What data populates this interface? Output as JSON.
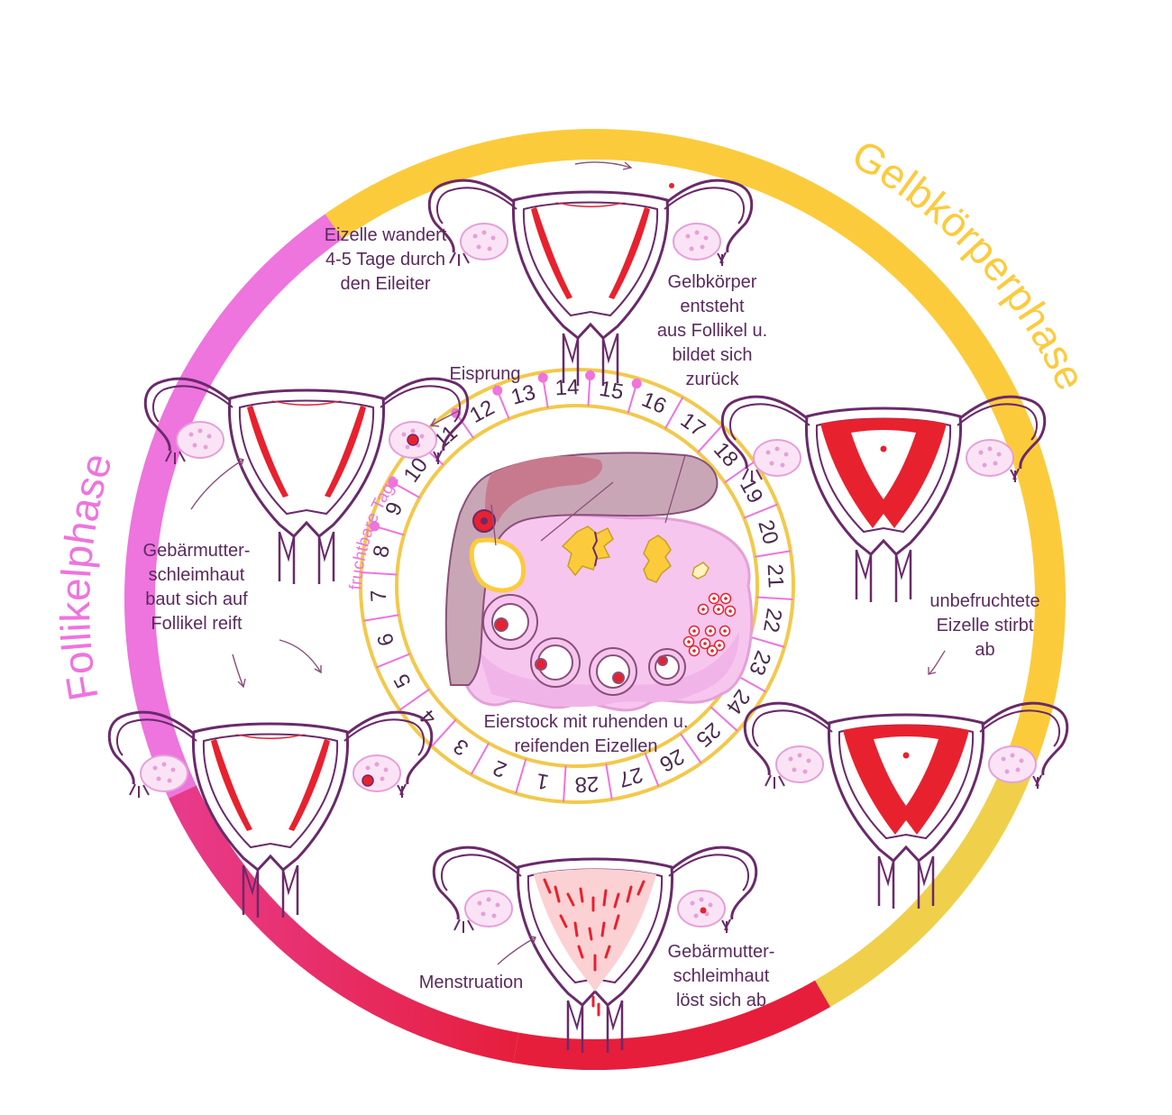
{
  "phases": {
    "follicular": "Follikelphase",
    "luteal": "Gelbkörperphase"
  },
  "fertile_label": "fruchtbare Tage",
  "days": [
    "1",
    "2",
    "3",
    "4",
    "5",
    "6",
    "7",
    "8",
    "9",
    "10",
    "11",
    "12",
    "13",
    "14",
    "15",
    "16",
    "17",
    "18",
    "19",
    "20",
    "21",
    "22",
    "23",
    "24",
    "25",
    "26",
    "27",
    "28"
  ],
  "fertile_dots": [
    "9",
    "10",
    "11",
    "12",
    "13",
    "14",
    "15",
    "16"
  ],
  "center_caption": [
    "Eierstock mit ruhenden u.",
    "reifenden Eizellen"
  ],
  "stages": {
    "top": [
      "Eizelle wandert",
      "4-5 Tage durch",
      "den Eileiter"
    ],
    "ovulation": [
      "Eisprung"
    ],
    "corpus_luteum": [
      "Gelbkörper",
      "entsteht",
      "aus Follikel u.",
      "bildet sich",
      "zurück"
    ],
    "follicular": [
      "Gebärmutter-",
      "schleimhaut",
      "baut sich auf",
      "Follikel reift"
    ],
    "dies": [
      "unbefruchtete",
      "Eizelle stirbt",
      "ab"
    ],
    "menstruation": [
      "Menstruation"
    ],
    "shedding": [
      "Gebärmutter-",
      "schleimhaut",
      "löst sich ab"
    ]
  },
  "colors": {
    "follicular": "#ee74de",
    "luteal": "#fccb3c",
    "menstrual": "#e61e3c",
    "outline": "#6a2a6a",
    "blood": "#e8212e",
    "ovary": "#f6c6ef",
    "ring": "#f2c94c",
    "text": "#5a2a5e"
  }
}
